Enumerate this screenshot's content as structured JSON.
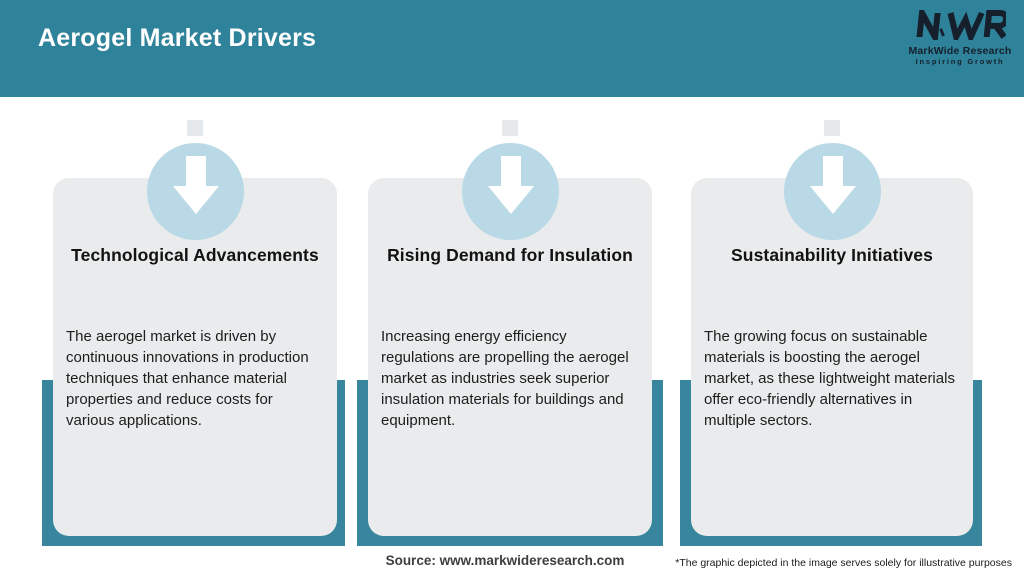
{
  "header": {
    "title": "Aerogel Market Drivers",
    "logo": {
      "mark": "MWR",
      "name": "MarkWide Research",
      "tagline": "Inspiring Growth"
    }
  },
  "cards": [
    {
      "title": "Technological Advancements",
      "body": "The aerogel market is driven by continuous innovations in production techniques that enhance material properties and reduce costs for various applications."
    },
    {
      "title": "Rising Demand for Insulation",
      "body": "Increasing energy efficiency regulations are propelling the aerogel market as industries seek superior insulation materials for buildings and equipment."
    },
    {
      "title": "Sustainability Initiatives",
      "body": "The growing focus on sustainable materials is boosting the aerogel market, as these lightweight materials offer eco-friendly alternatives in multiple sectors."
    }
  ],
  "footer": {
    "source": "Source: www.markwideresearch.com",
    "disclaimer": "*The graphic depicted in the image serves solely for illustrative purposes"
  },
  "icons": {
    "card_icon": "down-arrow-icon"
  },
  "colors": {
    "header_teal": "#2E8299",
    "sleeve_teal": "#37869D",
    "card_bg": "#E9EBEC",
    "circle_blue": "#B9D9E6",
    "logo_navy": "#16202C"
  }
}
